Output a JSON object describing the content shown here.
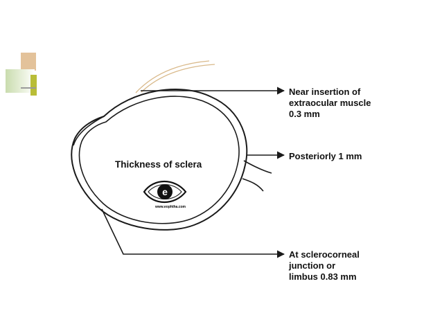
{
  "diagram": {
    "center_label": "Thickness of sclera",
    "callouts": [
      {
        "id": "extraocular",
        "lines": [
          "Near insertion of",
          "extraocular muscle",
          "0.3 mm"
        ]
      },
      {
        "id": "posterior",
        "lines": [
          "Posteriorly 1 mm"
        ]
      },
      {
        "id": "limbus",
        "lines": [
          "At sclerocorneal",
          "junction or",
          "limbus 0.83 mm"
        ]
      }
    ]
  },
  "logo": {
    "letter": "e",
    "url": "www.eophtha.com"
  },
  "colors": {
    "stroke": "#1a1a1a",
    "muscle": "#d9b98a",
    "deco_tan": "#e3c29a",
    "deco_green": "#c9dcae",
    "deco_olive": "#b9bd37"
  }
}
